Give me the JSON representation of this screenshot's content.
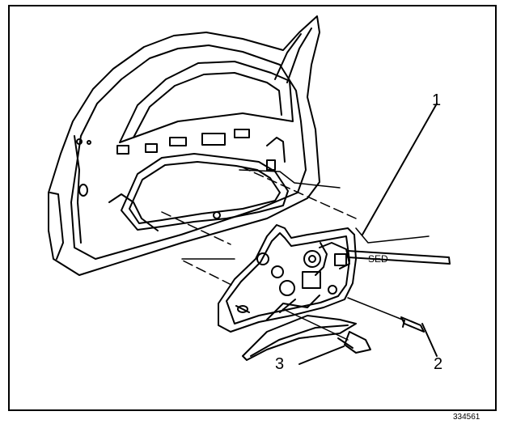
{
  "callouts": [
    {
      "id": "1",
      "label": "1"
    },
    {
      "id": "2",
      "label": "2"
    },
    {
      "id": "3",
      "label": "3"
    }
  ],
  "decal_text": "SED",
  "reference_number": "334561",
  "colors": {
    "line": "#000000",
    "fill": "#ffffff",
    "shade": "#d9d9d9"
  }
}
